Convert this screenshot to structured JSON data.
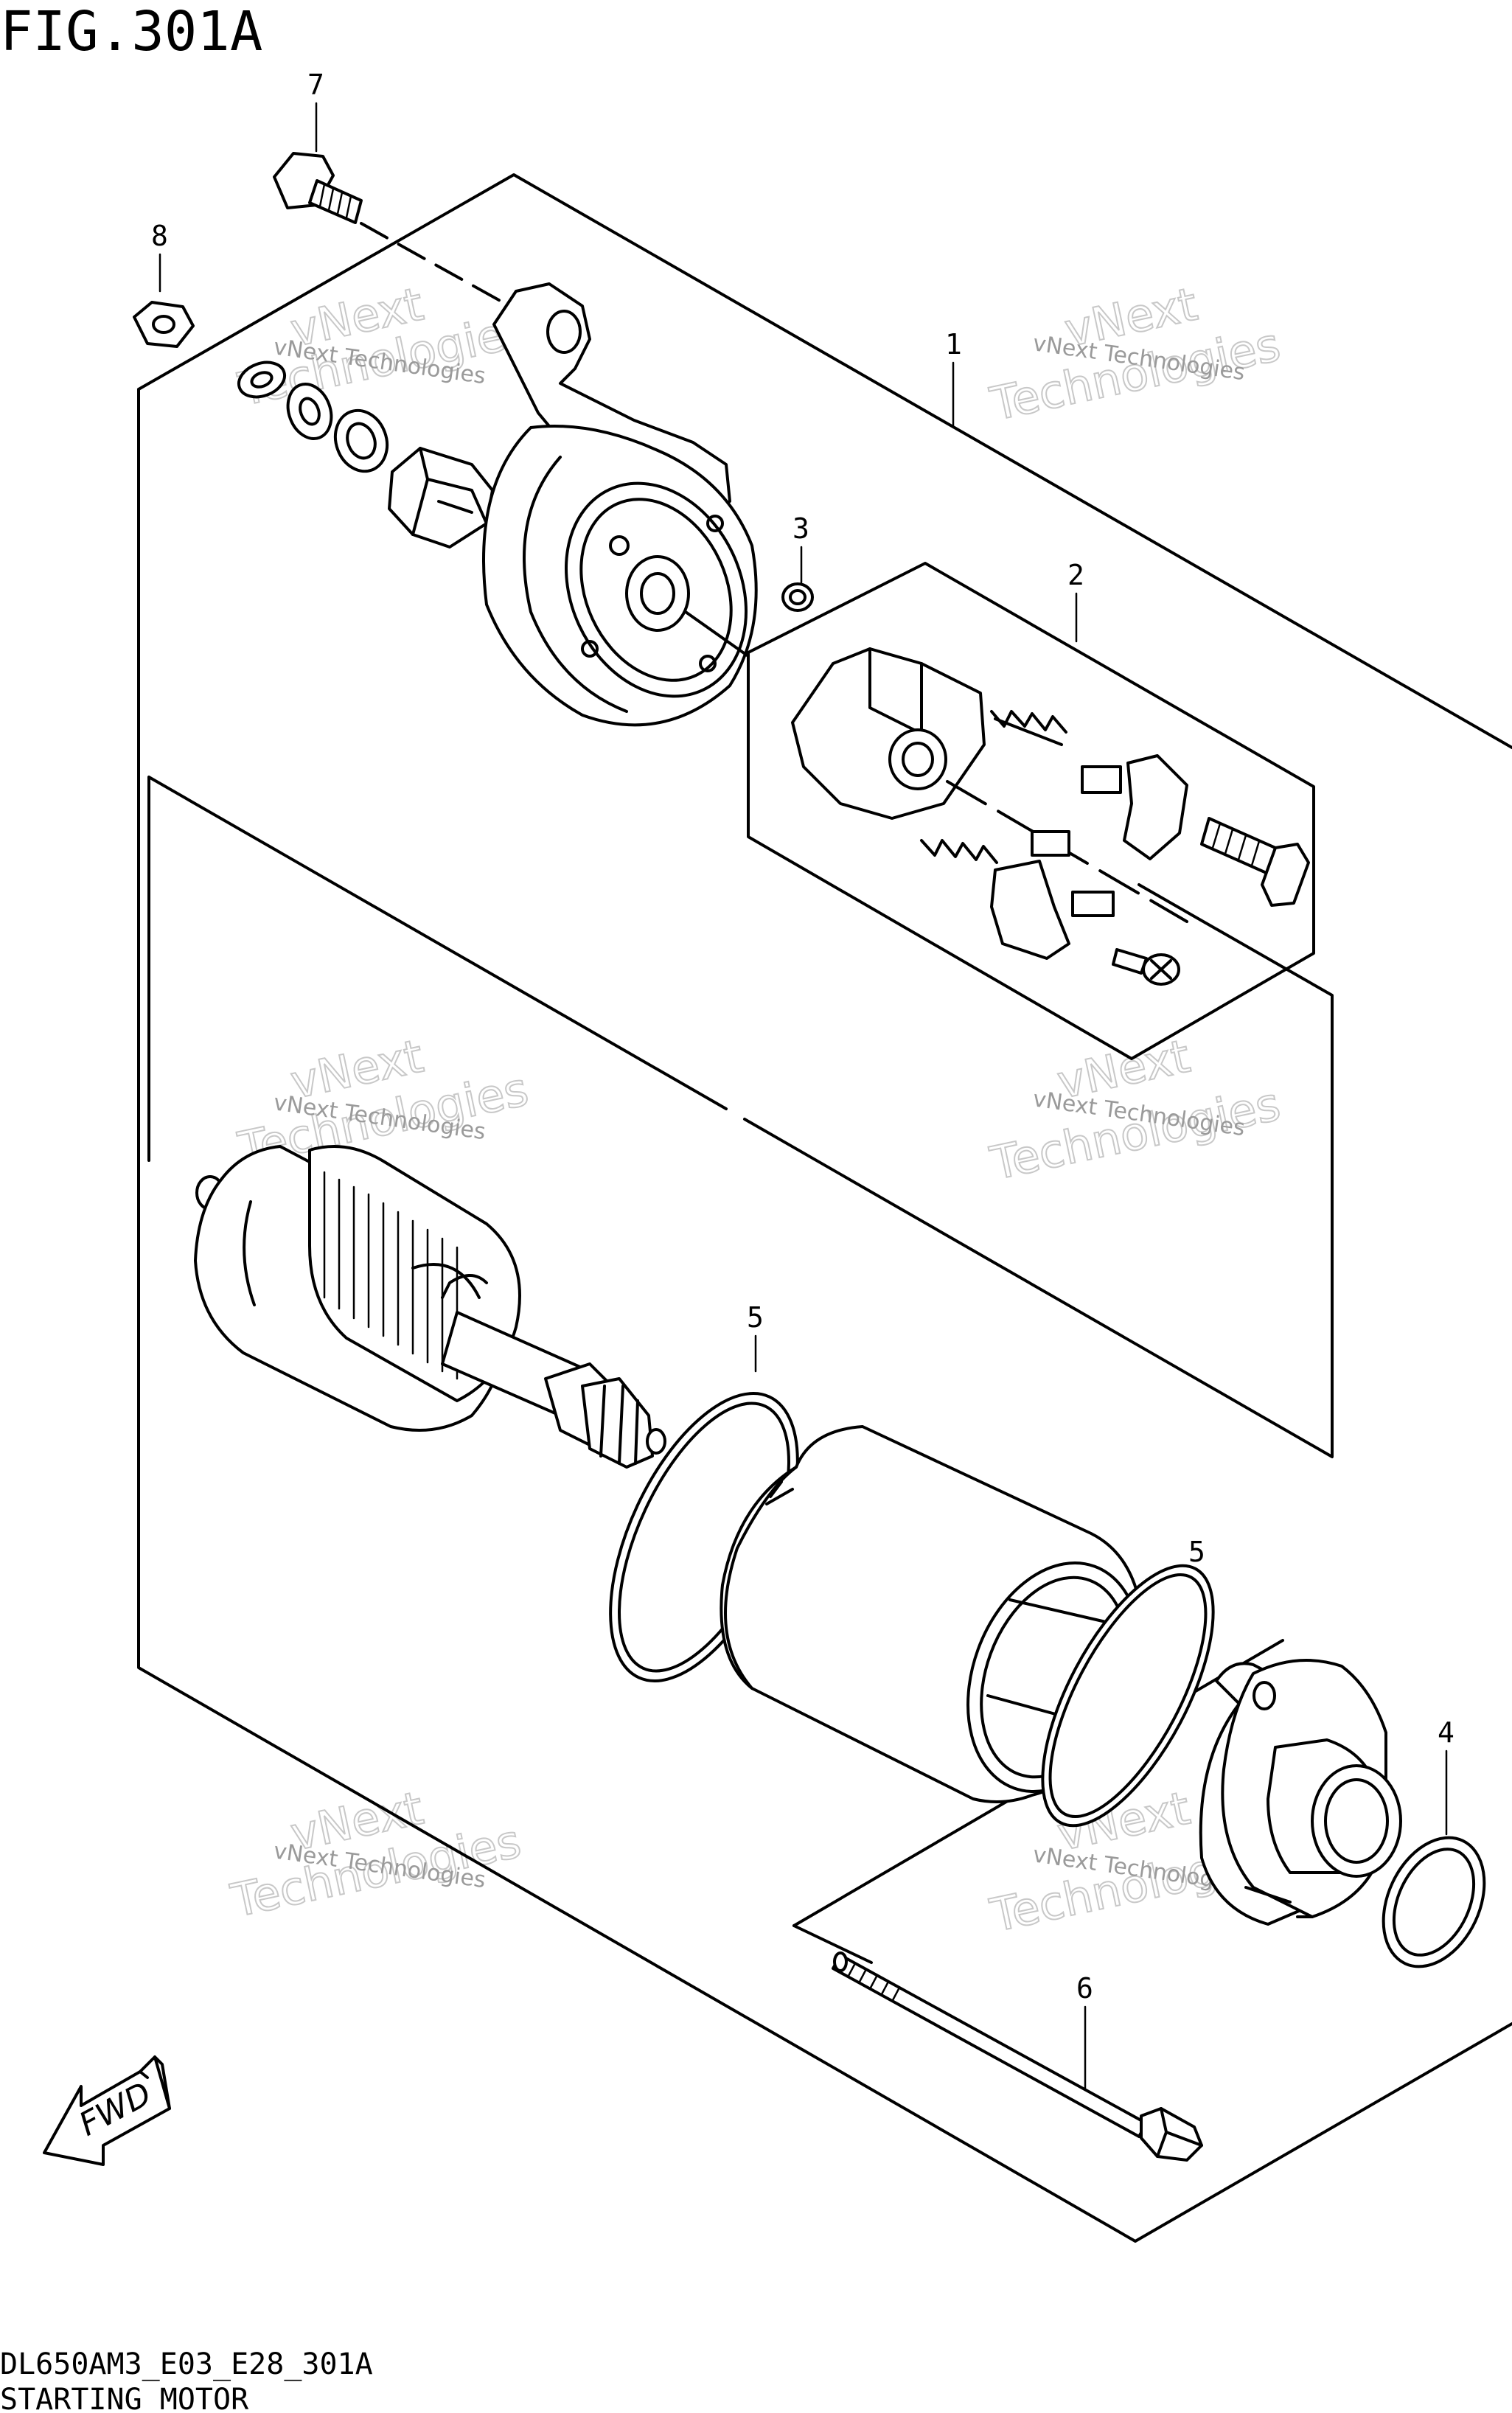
{
  "figure": {
    "title": "FIG.301A",
    "code": "DL650AM3_E03_E28_301A",
    "caption": "STARTING MOTOR",
    "fwd_label": "FWD"
  },
  "callouts": [
    "1",
    "2",
    "3",
    "4",
    "5",
    "5",
    "6",
    "7",
    "8"
  ],
  "watermark": {
    "line1": "vNext Technologies",
    "line2": "vNext",
    "line3": "Technologies"
  }
}
